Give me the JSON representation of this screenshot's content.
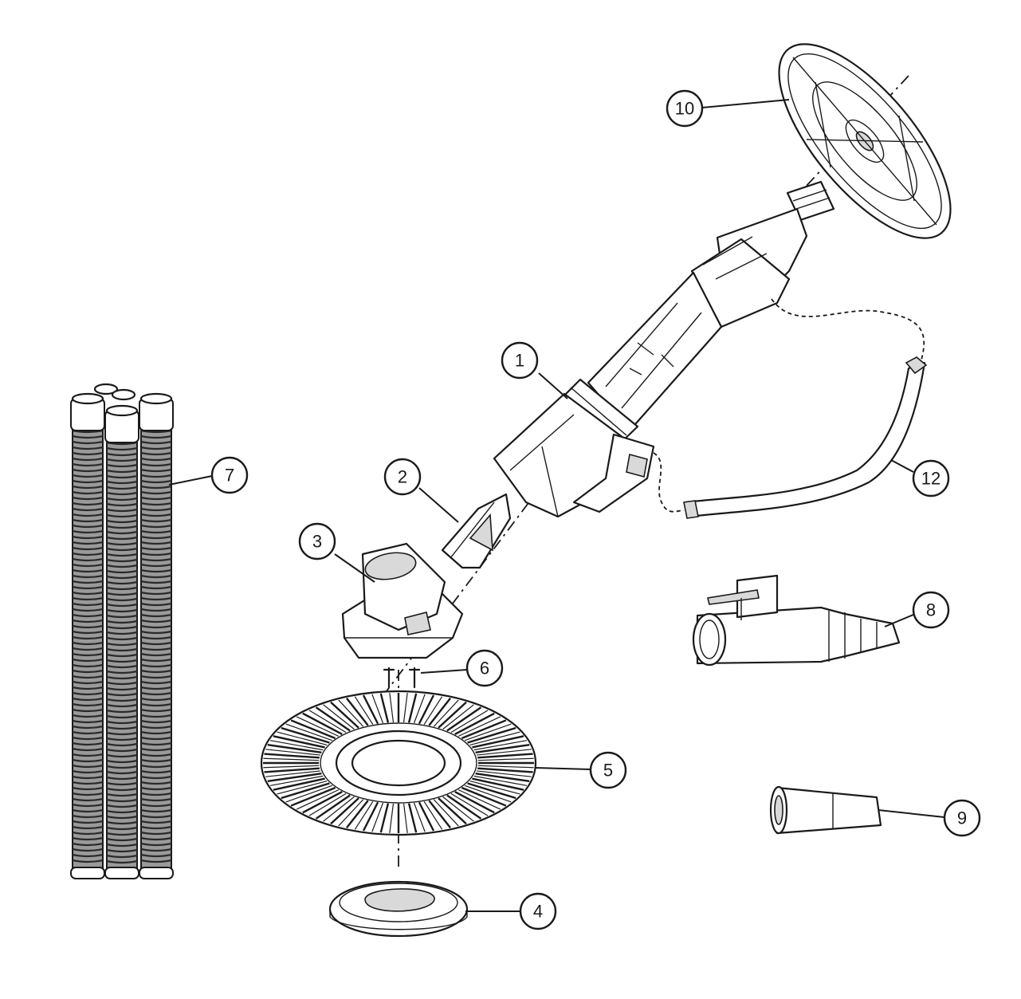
{
  "callouts": [
    {
      "id": "1",
      "label": "1"
    },
    {
      "id": "2",
      "label": "2"
    },
    {
      "id": "3",
      "label": "3"
    },
    {
      "id": "4",
      "label": "4"
    },
    {
      "id": "5",
      "label": "5"
    },
    {
      "id": "6",
      "label": "6"
    },
    {
      "id": "7",
      "label": "7"
    },
    {
      "id": "8",
      "label": "8"
    },
    {
      "id": "9",
      "label": "9"
    },
    {
      "id": "10",
      "label": "10"
    },
    {
      "id": "12",
      "label": "12"
    }
  ]
}
